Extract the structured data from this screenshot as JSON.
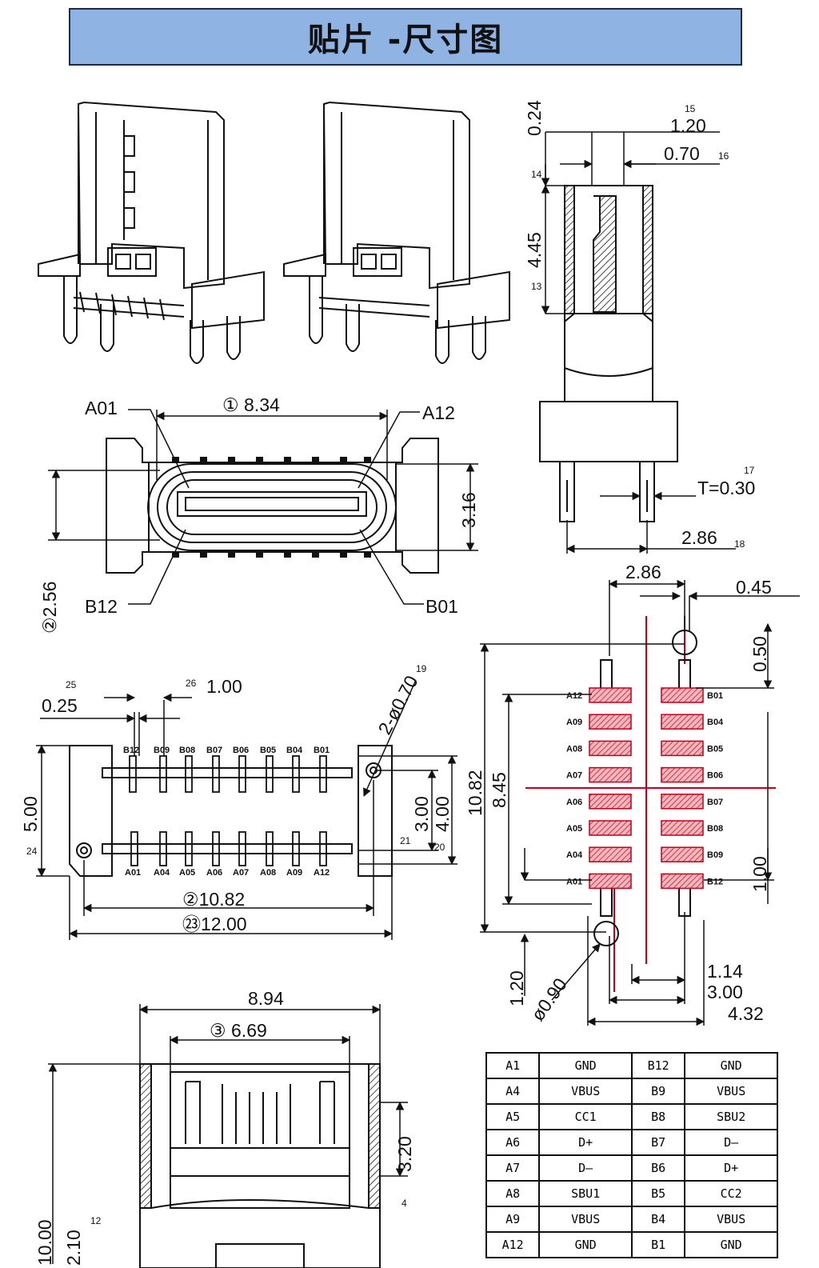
{
  "title": "贴片 -尺寸图",
  "dims": {
    "d1": "① 8.34",
    "d2": "②2.56",
    "d3": "③ 6.69",
    "d316": "3.16",
    "a01": "A01",
    "a12": "A12",
    "b12": "B12",
    "b01": "B01",
    "s_024": "0.24",
    "s_445": "4.45",
    "s_120": "1.20",
    "s_070": "0.70",
    "c13": "13",
    "c14": "14",
    "c15": "15",
    "c16": "16",
    "t030": "T=0.30",
    "c17": "17",
    "s_286b": "2.86",
    "c18": "18",
    "p286": "2.86",
    "p045": "0.45",
    "p050": "0.50",
    "p1082": "10.82",
    "p845": "8.45",
    "p100": "1.00",
    "p120": "1.20",
    "p090": "ø0.90",
    "p114": "1.14",
    "p300": "3.00",
    "p432": "4.32",
    "c25": "25",
    "v025": "0.25",
    "c26": "26",
    "v100": "1.00",
    "v2070": "2-ø0.70",
    "c19": "19",
    "v500": "5.00",
    "c24": "24",
    "v300": "3.00",
    "v400": "4.00",
    "c21": "21",
    "c20": "20",
    "v1082": "②10.82",
    "v1200": "㉓12.00",
    "f894": "8.94",
    "f320": "3.20",
    "c4": "4",
    "f1000": "10.00",
    "f210": "2.10",
    "c12": "12",
    "topPins": [
      "B12",
      "B09",
      "B08",
      "B07",
      "B06",
      "B05",
      "B04",
      "B01"
    ],
    "botPins": [
      "A01",
      "A04",
      "A05",
      "A06",
      "A07",
      "A08",
      "A09",
      "A12"
    ],
    "leftPads": [
      "A12",
      "A09",
      "A08",
      "A07",
      "A06",
      "A05",
      "A04",
      "A01"
    ],
    "rightPads": [
      "B01",
      "B04",
      "B05",
      "B06",
      "B07",
      "B08",
      "B09",
      "B12"
    ]
  },
  "pin_table": [
    [
      "A1",
      "GND",
      "B12",
      "GND"
    ],
    [
      "A4",
      "VBUS",
      "B9",
      "VBUS"
    ],
    [
      "A5",
      "CC1",
      "B8",
      "SBU2"
    ],
    [
      "A6",
      "D+",
      "B7",
      "D–"
    ],
    [
      "A7",
      "D–",
      "B6",
      "D+"
    ],
    [
      "A8",
      "SBU1",
      "B5",
      "CC2"
    ],
    [
      "A9",
      "VBUS",
      "B4",
      "VBUS"
    ],
    [
      "A12",
      "GND",
      "B1",
      "GND"
    ]
  ],
  "colors": {
    "title_bg": "#8fb4e3",
    "pad_fill": "#e8707c",
    "centerline": "#c0001a"
  }
}
